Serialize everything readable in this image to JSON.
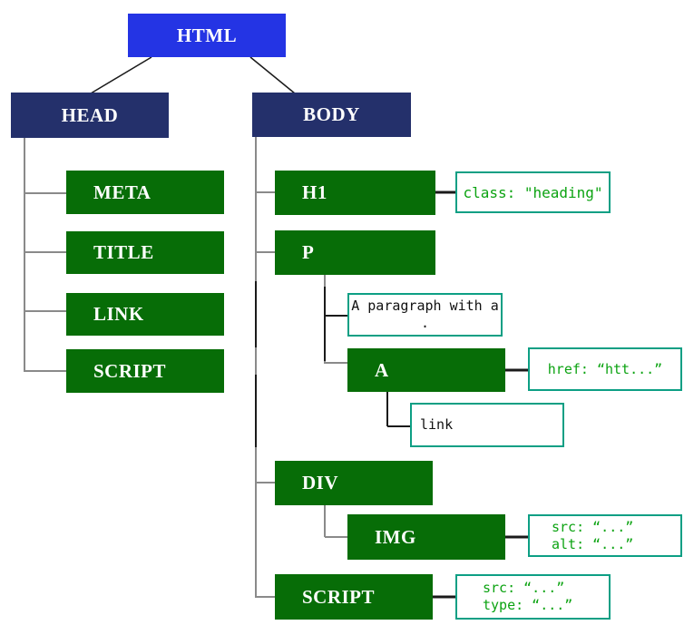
{
  "colors": {
    "root_fill": "#2434e4",
    "section_fill": "#24306b",
    "element_fill": "#076d07",
    "annotation_border": "#0d9f84",
    "annotation_text": "#0ca312",
    "text_node_text": "#111111",
    "connector_gray": "#8a8a8a",
    "connector_black": "#1a1a1a"
  },
  "nodes": {
    "html": {
      "label": "HTML"
    },
    "head": {
      "label": "HEAD"
    },
    "body": {
      "label": "BODY"
    },
    "head_children": {
      "meta": {
        "label": "META"
      },
      "title": {
        "label": "TITLE"
      },
      "link": {
        "label": "LINK"
      },
      "script": {
        "label": "SCRIPT"
      }
    },
    "body_children": {
      "h1": {
        "label": "H1"
      },
      "p": {
        "label": "P"
      },
      "a": {
        "label": "A"
      },
      "div": {
        "label": "DIV"
      },
      "img": {
        "label": "IMG"
      },
      "script": {
        "label": "SCRIPT"
      }
    }
  },
  "text_nodes": {
    "paragraph": {
      "text": "A paragraph with a ."
    },
    "link_text": {
      "text": "link"
    }
  },
  "annotations": {
    "h1_class": {
      "text": "class: \"heading\""
    },
    "a_href": {
      "text": "href: “htt...”"
    },
    "img_attrs": {
      "line1": "src: “...”",
      "line2": "alt: “...”"
    },
    "script_attrs": {
      "line1": "src: “...”",
      "line2": "type: “...”"
    }
  }
}
